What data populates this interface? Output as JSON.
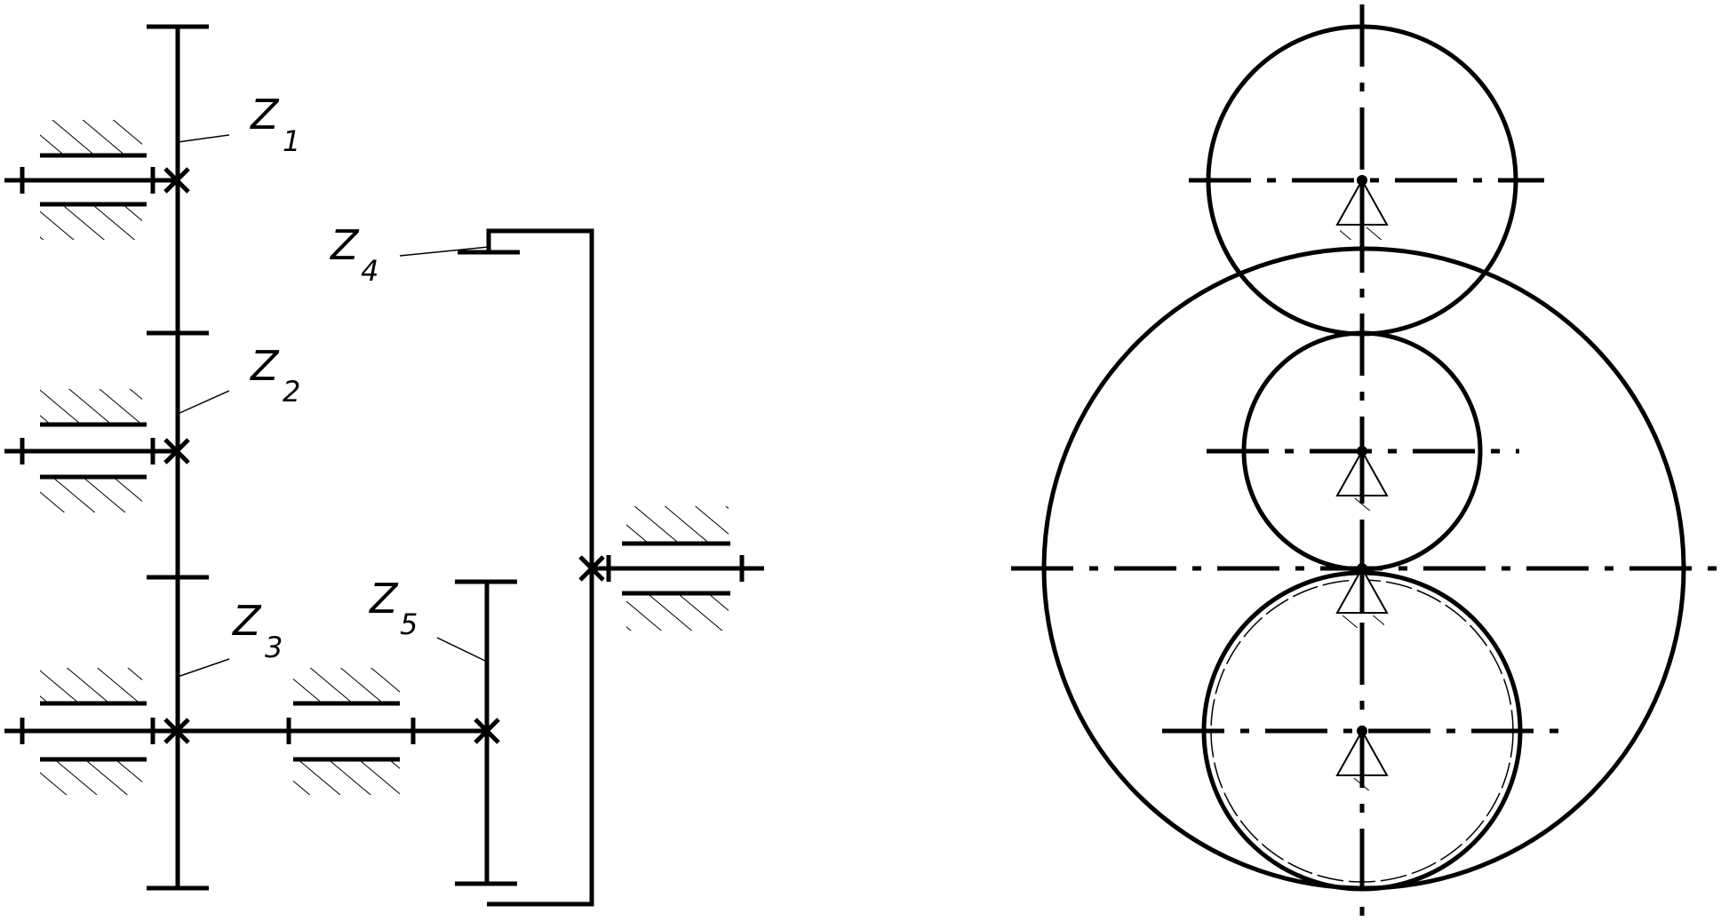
{
  "labels": {
    "z1": {
      "main": "Z",
      "sub": "1"
    },
    "z2": {
      "main": "Z",
      "sub": "2"
    },
    "z3": {
      "main": "Z",
      "sub": "3"
    },
    "z4": {
      "main": "Z",
      "sub": "4"
    },
    "z5": {
      "main": "Z",
      "sub": "5"
    }
  }
}
